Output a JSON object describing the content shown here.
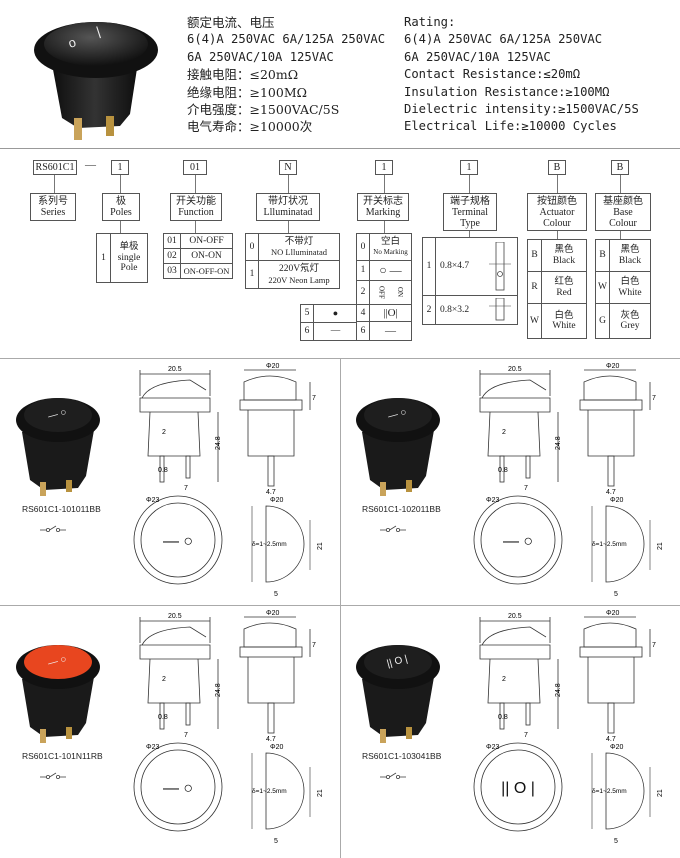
{
  "specs_cn": {
    "title": "额定电流、电压",
    "rating1": "6(4)A 250VAC 6A/125A 250VAC",
    "rating2": "6A 250VAC/10A 125VAC",
    "contact": "接触电阻：≤20mΩ",
    "insulation": "绝缘电阻：≥100MΩ",
    "dielectric": "介电强度：≥1500VAC/5S",
    "life": "电气寿命：≥10000次"
  },
  "specs_en": {
    "title": "Rating:",
    "rating1": "6(4)A 250VAC 6A/125A 250VAC",
    "rating2": "6A 250VAC/10A 125VAC",
    "contact": "Contact Resistance:≤20mΩ",
    "insulation": "Insulation Resistance:≥100MΩ",
    "dielectric": "Dielectric intensity:≥1500VAC/5S",
    "life": "Electrical Life:≥10000 Cycles"
  },
  "code": {
    "prefix": "RS601C1",
    "dash": "—",
    "segments": [
      "1",
      "01",
      "N",
      "1",
      "1",
      "B",
      "B"
    ],
    "headers": [
      {
        "cn": "系列号",
        "en": "Series"
      },
      {
        "cn": "极",
        "en": "Poles"
      },
      {
        "cn": "开关功能",
        "en": "Function"
      },
      {
        "cn": "带灯状况",
        "en": "Llluminatad"
      },
      {
        "cn": "开关标志",
        "en": "Marking"
      },
      {
        "cn": "端子规格",
        "en": "Terminal Type"
      },
      {
        "cn": "按钮颜色",
        "en": "Actuator Colour"
      },
      {
        "cn": "基座颜色",
        "en": "Base Colour"
      }
    ],
    "poles": {
      "code": "1",
      "cn": "单极",
      "en1": "single",
      "en2": "Pole"
    },
    "functions": [
      {
        "code": "01",
        "label": "ON-OFF"
      },
      {
        "code": "02",
        "label": "ON-ON"
      },
      {
        "code": "03",
        "label": "ON-OFF-ON"
      }
    ],
    "lamp": [
      {
        "code": "0",
        "cn": "不带灯",
        "en": "NO Llluminatad"
      },
      {
        "code": "1",
        "cn": "220V氖灯",
        "en": "220V Neon Lamp"
      }
    ],
    "marking": [
      {
        "code": "0",
        "cn": "空白",
        "en": "No Marking"
      },
      {
        "code": "1",
        "symbol": "○ —"
      },
      {
        "code": "2",
        "symbol_a": "OFF",
        "symbol_b": "ON"
      },
      {
        "code": "5",
        "symbol": "●"
      },
      {
        "code": "6",
        "symbol": "—"
      },
      {
        "code": "4",
        "symbol": "||O|"
      }
    ],
    "terminal": [
      {
        "code": "1",
        "label": "0.8×4.7"
      },
      {
        "code": "2",
        "label": "0.8×3.2"
      }
    ],
    "actuator": [
      {
        "code": "B",
        "cn": "黑色",
        "en": "Black"
      },
      {
        "code": "R",
        "cn": "红色",
        "en": "Red"
      },
      {
        "code": "W",
        "cn": "白色",
        "en": "White"
      }
    ],
    "base": [
      {
        "code": "B",
        "cn": "黑色",
        "en": "Black"
      },
      {
        "code": "W",
        "cn": "白色",
        "en": "White"
      },
      {
        "code": "G",
        "cn": "灰色",
        "en": "Grey"
      }
    ]
  },
  "drawings": {
    "dims": {
      "width": "20.5",
      "diam": "Φ20",
      "diam23": "Φ23",
      "h7": "7",
      "h248": "24.8",
      "t2": "2",
      "t08": "0.8",
      "t7": "7",
      "t47": "4.7",
      "t5": "5",
      "t21": "21",
      "thick": "δ=1~2.5mm"
    },
    "products": [
      {
        "model": "RS601C1-101011BB",
        "color": "#1e1e1e",
        "marks": [
          "—",
          "○"
        ]
      },
      {
        "model": "RS601C1-102011BB",
        "color": "#1e1e1e",
        "marks": [
          "—",
          "○"
        ]
      },
      {
        "model": "RS601C1-101N11RB",
        "color": "#e8461f",
        "marks": [
          "—",
          "○"
        ]
      },
      {
        "model": "RS601C1-103041BB",
        "color": "#1e1e1e",
        "marks": [
          "||",
          "O",
          "|"
        ]
      }
    ]
  }
}
